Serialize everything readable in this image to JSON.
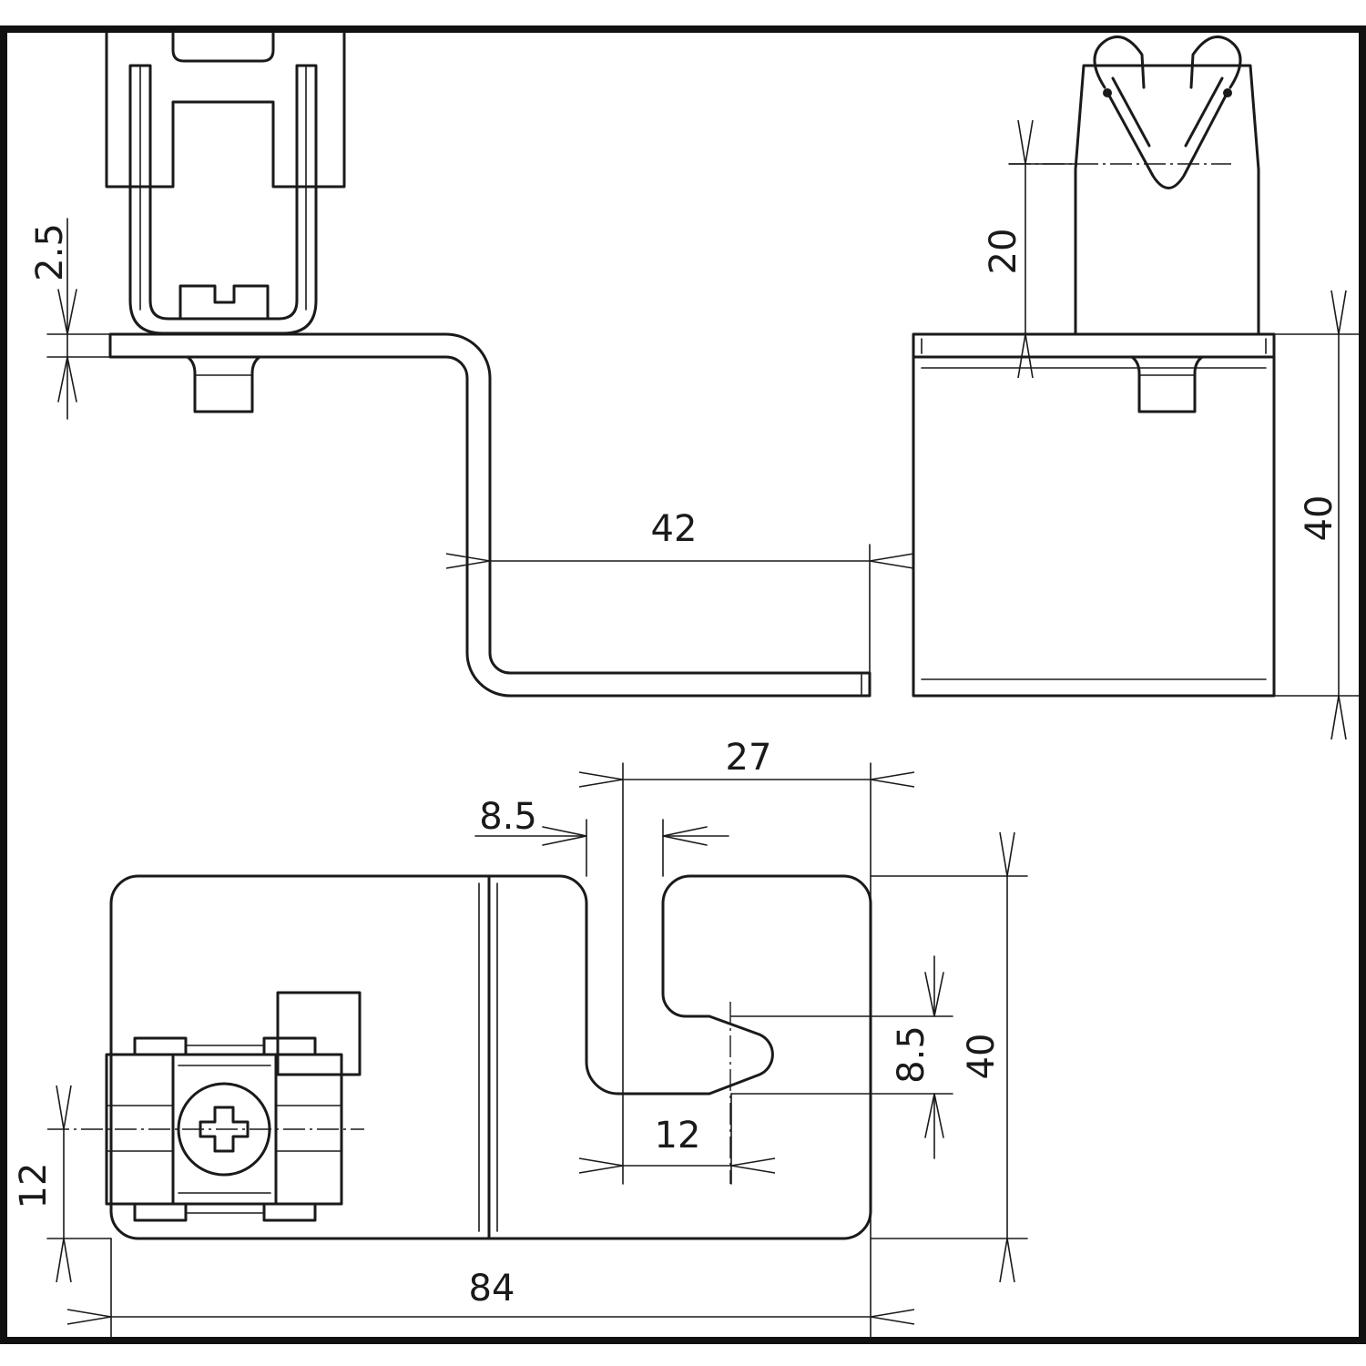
{
  "views": {
    "side": {
      "dimensions": {
        "thickness": "2.5",
        "arm_length": "42"
      }
    },
    "front": {
      "dimensions": {
        "clamp_height": "20",
        "height": "40"
      }
    },
    "top": {
      "dimensions": {
        "slot_offset": "27",
        "slot_width": "8.5",
        "notch_height": "8.5",
        "height": "40",
        "notch_depth": "12",
        "screw_offset": "12",
        "total_length": "84"
      }
    }
  }
}
